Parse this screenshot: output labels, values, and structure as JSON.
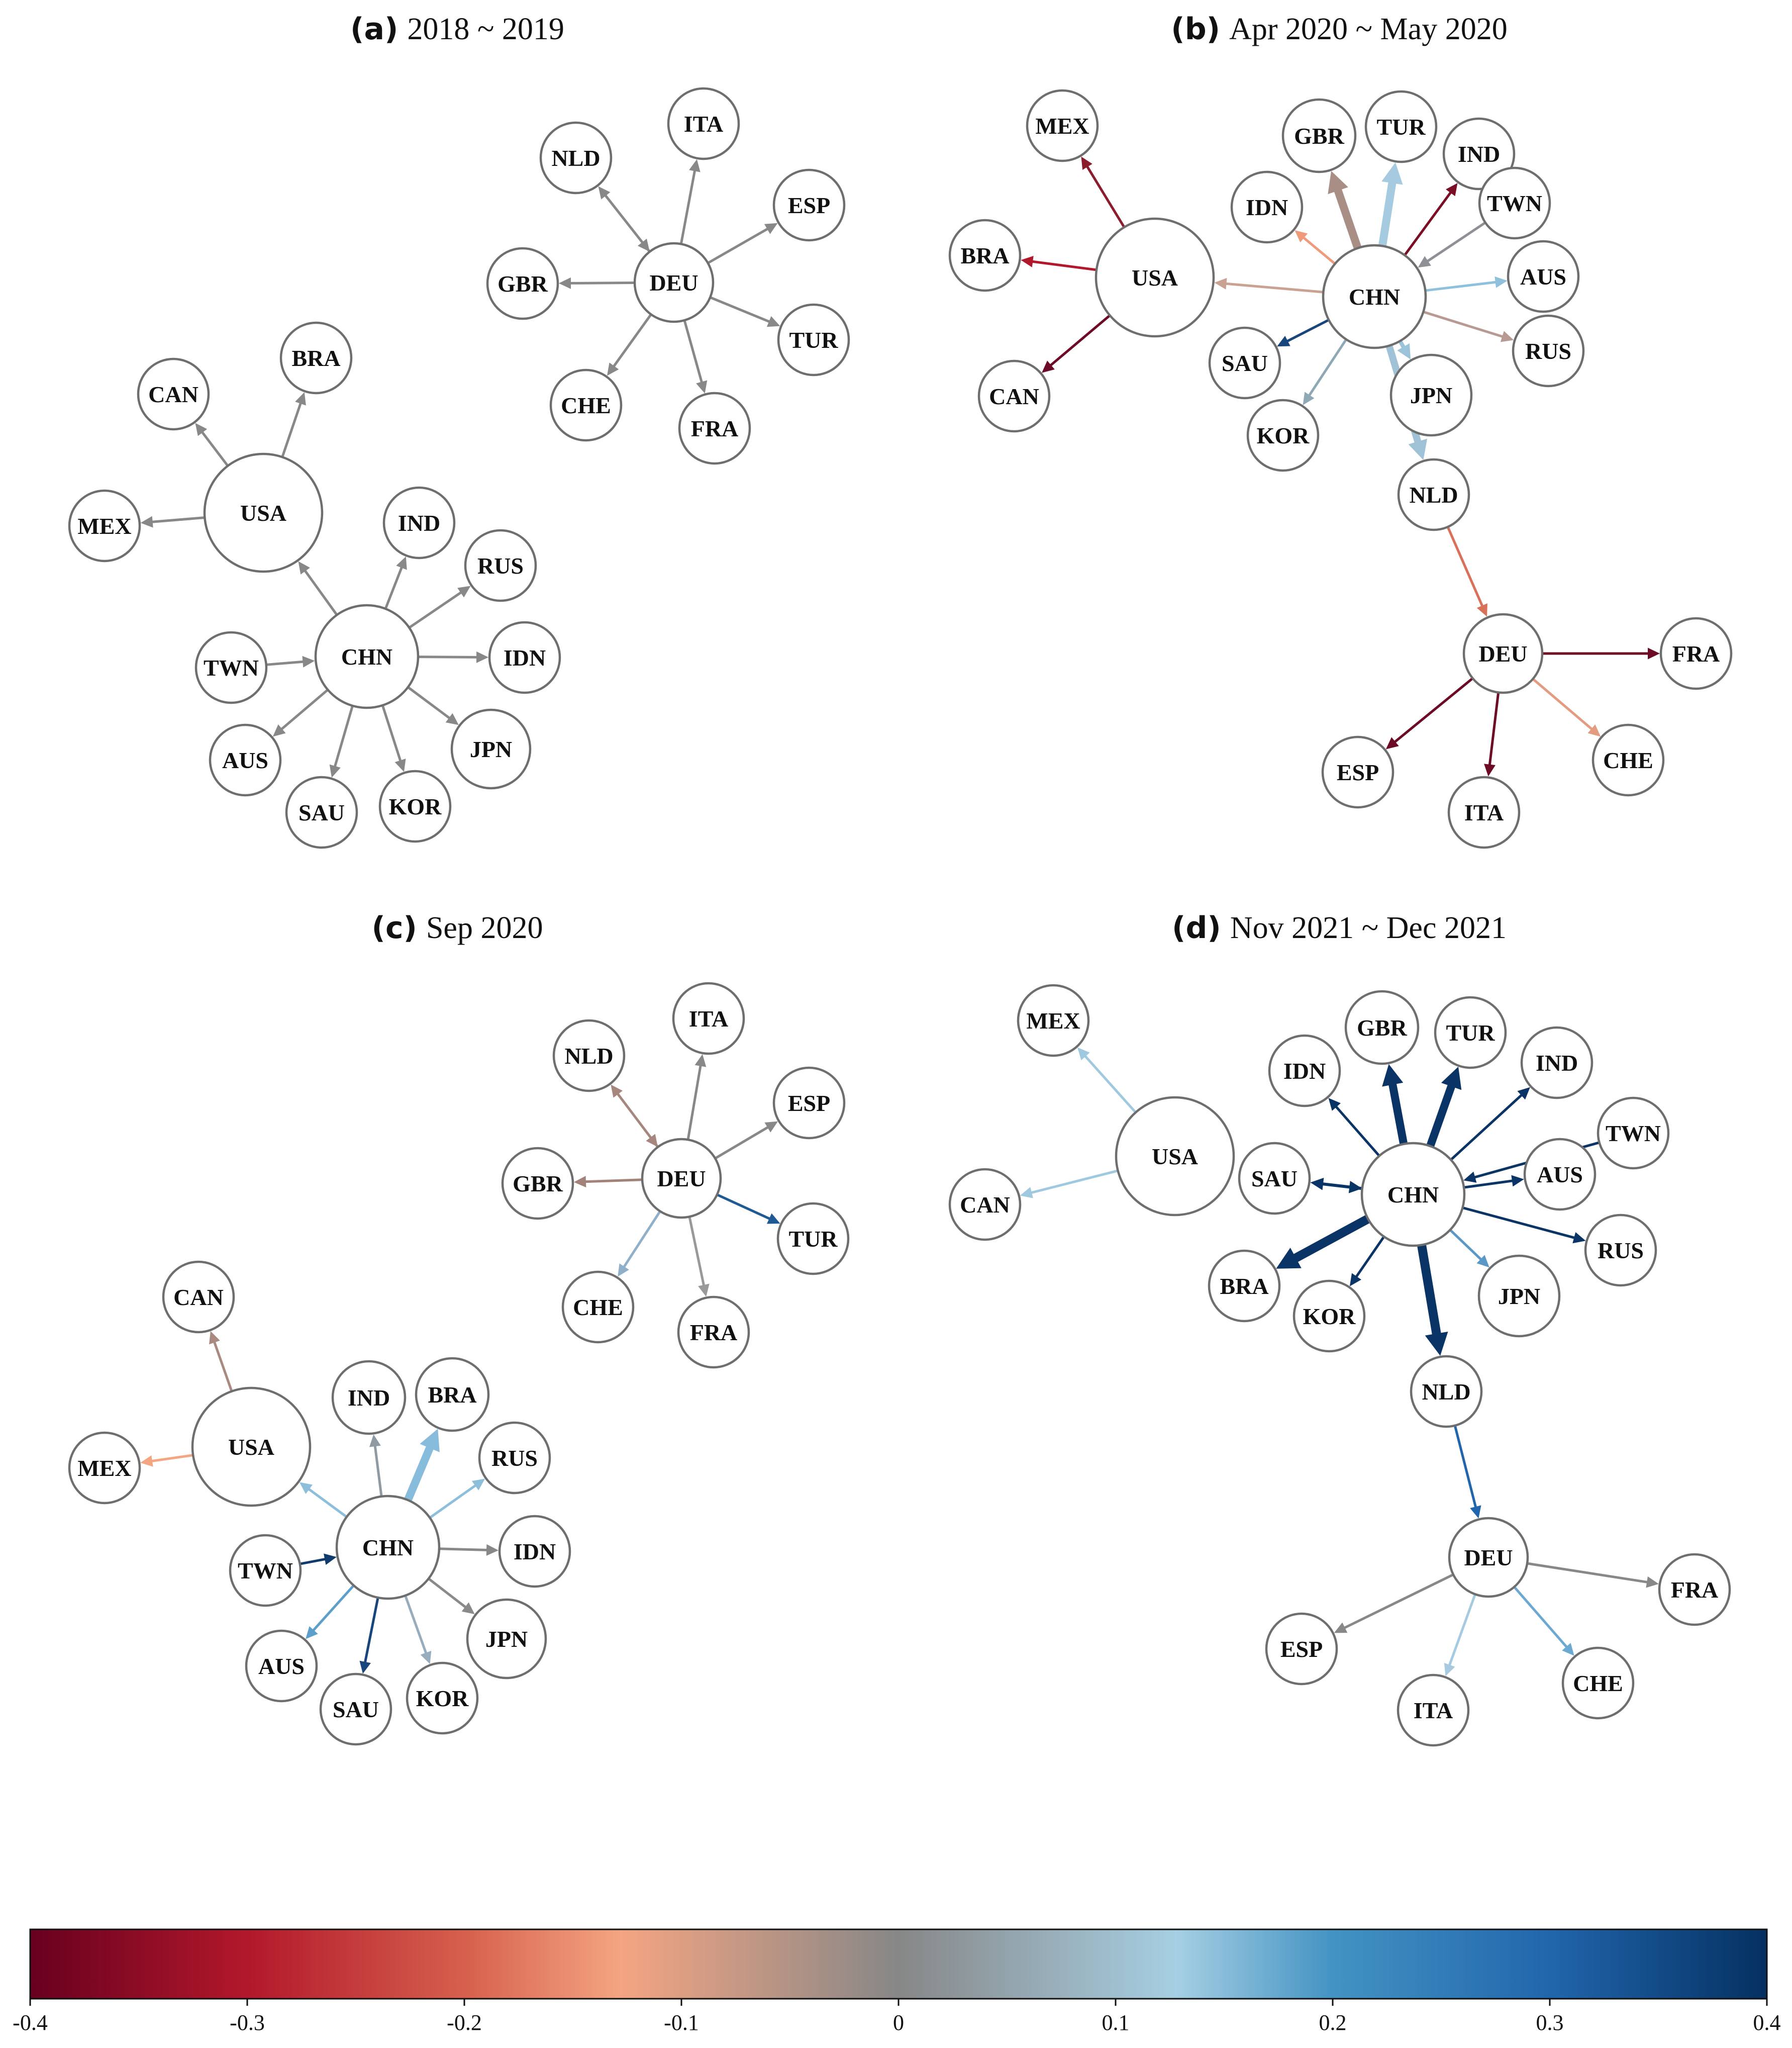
{
  "panels": [
    {
      "tag": "(a)",
      "title": "2018 ~ 2019",
      "nodes": [
        "NLD",
        "ITA",
        "ESP",
        "GBR",
        "DEU",
        "TUR",
        "CHE",
        "FRA",
        "BRA",
        "CAN",
        "USA",
        "MEX",
        "IND",
        "RUS",
        "TWN",
        "CHN",
        "IDN",
        "JPN",
        "AUS",
        "SAU",
        "KOR"
      ]
    },
    {
      "tag": "(b)",
      "title": "Apr 2020 ~ May 2020",
      "nodes": [
        "MEX",
        "GBR",
        "TUR",
        "IND",
        "IDN",
        "TWN",
        "BRA",
        "USA",
        "CHN",
        "AUS",
        "SAU",
        "RUS",
        "CAN",
        "JPN",
        "KOR",
        "NLD",
        "DEU",
        "FRA",
        "ESP",
        "CHE",
        "ITA"
      ]
    },
    {
      "tag": "(c)",
      "title": "Sep 2020",
      "nodes": [
        "NLD",
        "ITA",
        "ESP",
        "GBR",
        "DEU",
        "TUR",
        "CHE",
        "FRA",
        "CAN",
        "IND",
        "BRA",
        "USA",
        "RUS",
        "MEX",
        "CHN",
        "IDN",
        "TWN",
        "JPN",
        "AUS",
        "SAU",
        "KOR"
      ]
    },
    {
      "tag": "(d)",
      "title": "Nov 2021 ~ Dec 2021",
      "nodes": [
        "MEX",
        "GBR",
        "TUR",
        "IDN",
        "IND",
        "TWN",
        "USA",
        "SAU",
        "CHN",
        "AUS",
        "CAN",
        "RUS",
        "BRA",
        "KOR",
        "JPN",
        "NLD",
        "DEU",
        "FRA",
        "ESP",
        "CHE",
        "ITA"
      ]
    }
  ],
  "colorbar": {
    "ticks": [
      "-0.4",
      "-0.3",
      "-0.2",
      "-0.1",
      "0",
      "0.1",
      "0.2",
      "0.3",
      "0.4"
    ],
    "min": -0.4,
    "max": 0.4,
    "stops": [
      "#67001f",
      "#b2182b",
      "#d6604d",
      "#f4a582",
      "#878787",
      "#92c5de",
      "#4393c3",
      "#2166ac",
      "#053061"
    ]
  }
}
